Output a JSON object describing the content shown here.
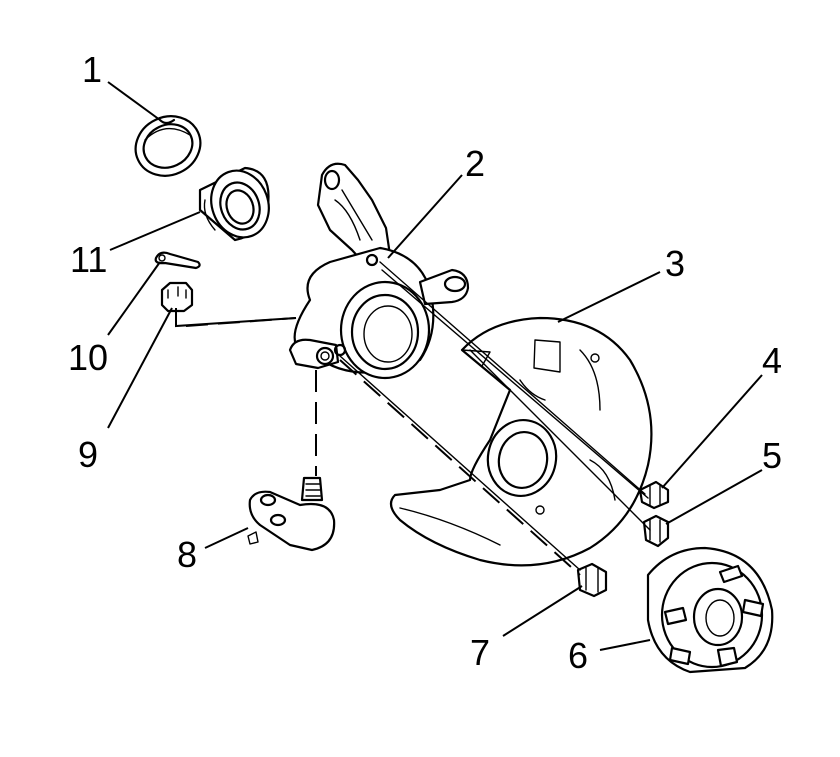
{
  "callouts": [
    {
      "id": "1",
      "text": "1"
    },
    {
      "id": "2",
      "text": "2"
    },
    {
      "id": "3",
      "text": "3"
    },
    {
      "id": "4",
      "text": "4"
    },
    {
      "id": "5",
      "text": "5"
    },
    {
      "id": "6",
      "text": "6"
    },
    {
      "id": "7",
      "text": "7"
    },
    {
      "id": "8",
      "text": "8"
    },
    {
      "id": "9",
      "text": "9"
    },
    {
      "id": "10",
      "text": "10"
    },
    {
      "id": "11",
      "text": "11"
    }
  ],
  "colors": {
    "ink": "#000000",
    "background": "#ffffff"
  }
}
